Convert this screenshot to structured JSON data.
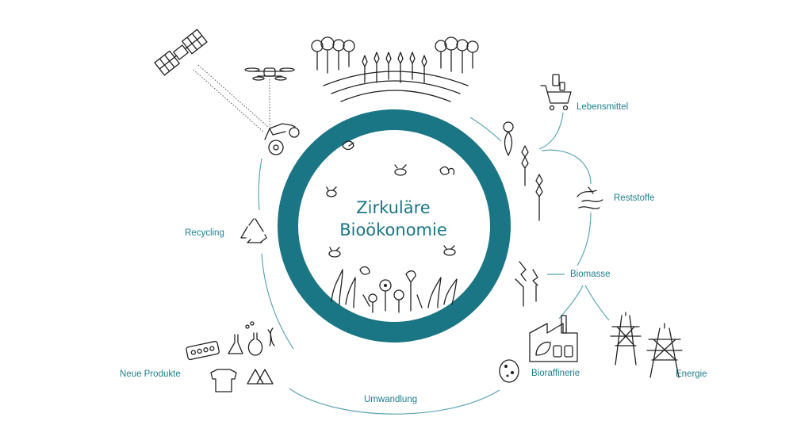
{
  "diagram": {
    "title_line1": "Zirkuläre",
    "title_line2": "Bioökonomie",
    "colors": {
      "ring": "#1a7584",
      "flow": "#5fa4b4",
      "label": "#1f7f8d",
      "icon": "#222222"
    },
    "nodes": {
      "lebensmittel": "Lebensmittel",
      "reststoffe": "Reststoffe",
      "biomasse": "Biomasse",
      "bioraffinerie": "Bioraffinerie",
      "energie": "Energie",
      "umwandlung": "Umwandlung",
      "neue_produkte": "Neue Produkte",
      "recycling": "Recycling"
    }
  }
}
